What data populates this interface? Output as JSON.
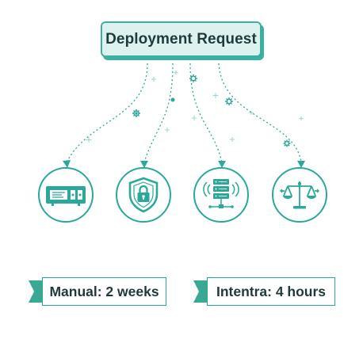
{
  "header": {
    "title": "Deployment Request"
  },
  "steps": [
    {
      "icon": "hardware-module-icon"
    },
    {
      "icon": "security-shield-lock-icon"
    },
    {
      "icon": "server-network-icon"
    },
    {
      "icon": "compliance-scales-icon"
    }
  ],
  "comparison": {
    "manual_label": "Manual: 2 weeks",
    "intentra_label": "Intentra: 4 hours"
  },
  "colors": {
    "accent": "#2aa89a",
    "box_fill": "#ddf2ee",
    "text": "#1e3a3c",
    "ribbon": "#3aa895"
  }
}
